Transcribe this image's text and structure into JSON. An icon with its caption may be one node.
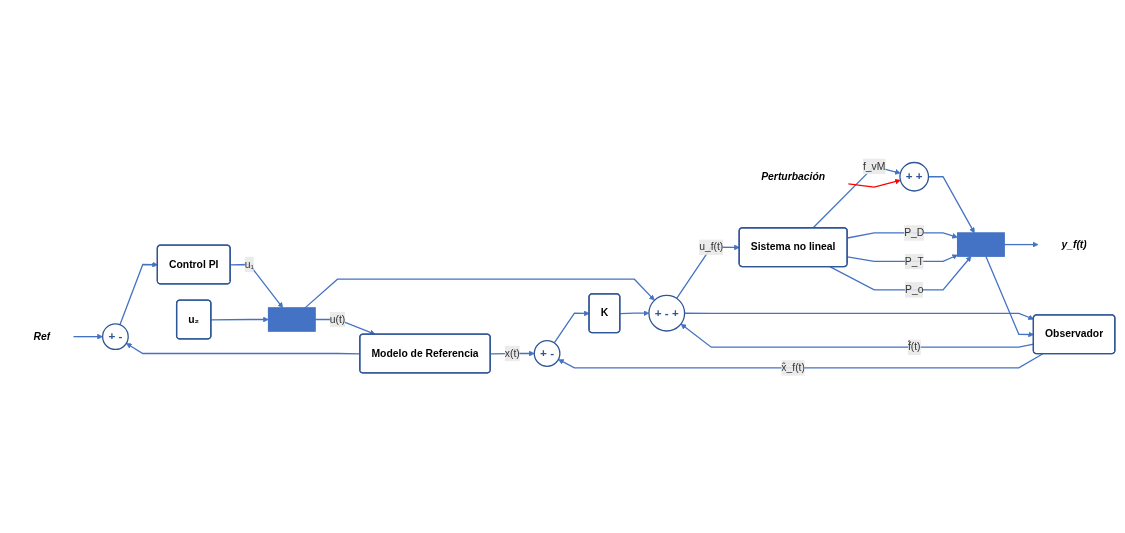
{
  "diagram": {
    "nodes": [
      {
        "text": [
          "Ref"
        ]
      },
      {
        "text": [
          "+",
          "-"
        ]
      },
      {
        "text": [
          "Control PI"
        ]
      },
      {
        "text": [
          "u₂"
        ]
      },
      {
        "text": [],
        "shape": "bar"
      },
      {
        "text": [
          "Modelo de Referencia"
        ]
      },
      {
        "text": [
          "+",
          "-"
        ]
      },
      {
        "text": [
          "K"
        ]
      },
      {
        "text": [
          "+",
          "-",
          "+"
        ]
      },
      {
        "text": [
          "Sistema no lineal"
        ]
      },
      {
        "text": [
          "Perturbación"
        ]
      },
      {
        "text": [
          "+",
          "+"
        ]
      },
      {
        "text": [],
        "shape": "bar"
      },
      {
        "text": [
          "y_f(t)"
        ]
      },
      {
        "text": [
          "Observador"
        ]
      }
    ],
    "edges": [
      {
        "from": 0,
        "to": 1,
        "arrow": "to"
      },
      {
        "from": 1,
        "to": 2,
        "arrow": "to"
      },
      {
        "from": 2,
        "to": 4,
        "arrow": "to",
        "label": "u₁"
      },
      {
        "from": 3,
        "to": 4,
        "arrow": "to"
      },
      {
        "from": 4,
        "to": 5,
        "arrow": "to",
        "label": "u(t)"
      },
      {
        "from": 4,
        "to": 8,
        "arrow": "to"
      },
      {
        "from": 5,
        "to": 6,
        "arrow": "to",
        "label": "x(t)"
      },
      {
        "from": 5,
        "to": 1,
        "arrow": "to"
      },
      {
        "from": 6,
        "to": 7,
        "arrow": "to"
      },
      {
        "from": 7,
        "to": 8,
        "arrow": "to"
      },
      {
        "from": 14,
        "to": 8,
        "arrow": "to",
        "label": "f̂(t)"
      },
      {
        "from": 14,
        "to": 6,
        "arrow": "to",
        "label": "x̂_f(t)"
      },
      {
        "from": 8,
        "to": 9,
        "arrow": "to",
        "label": "u_f(t)"
      },
      {
        "from": 8,
        "to": 14,
        "arrow": "to"
      },
      {
        "from": 9,
        "to": 11,
        "arrow": "to",
        "label": "f_vM"
      },
      {
        "from": 10,
        "to": 11,
        "arrow": "to",
        "color": "#ff0000"
      },
      {
        "from": 11,
        "to": 12,
        "arrow": "to"
      },
      {
        "from": 9,
        "to": 12,
        "arrow": "to",
        "label": "P_D"
      },
      {
        "from": 9,
        "to": 12,
        "arrow": "to",
        "label": "P_T"
      },
      {
        "from": 9,
        "to": 12,
        "arrow": "to",
        "label": "P_o"
      },
      {
        "from": 12,
        "to": 13,
        "arrow": "to"
      },
      {
        "from": 12,
        "to": 14,
        "arrow": "to"
      }
    ]
  }
}
